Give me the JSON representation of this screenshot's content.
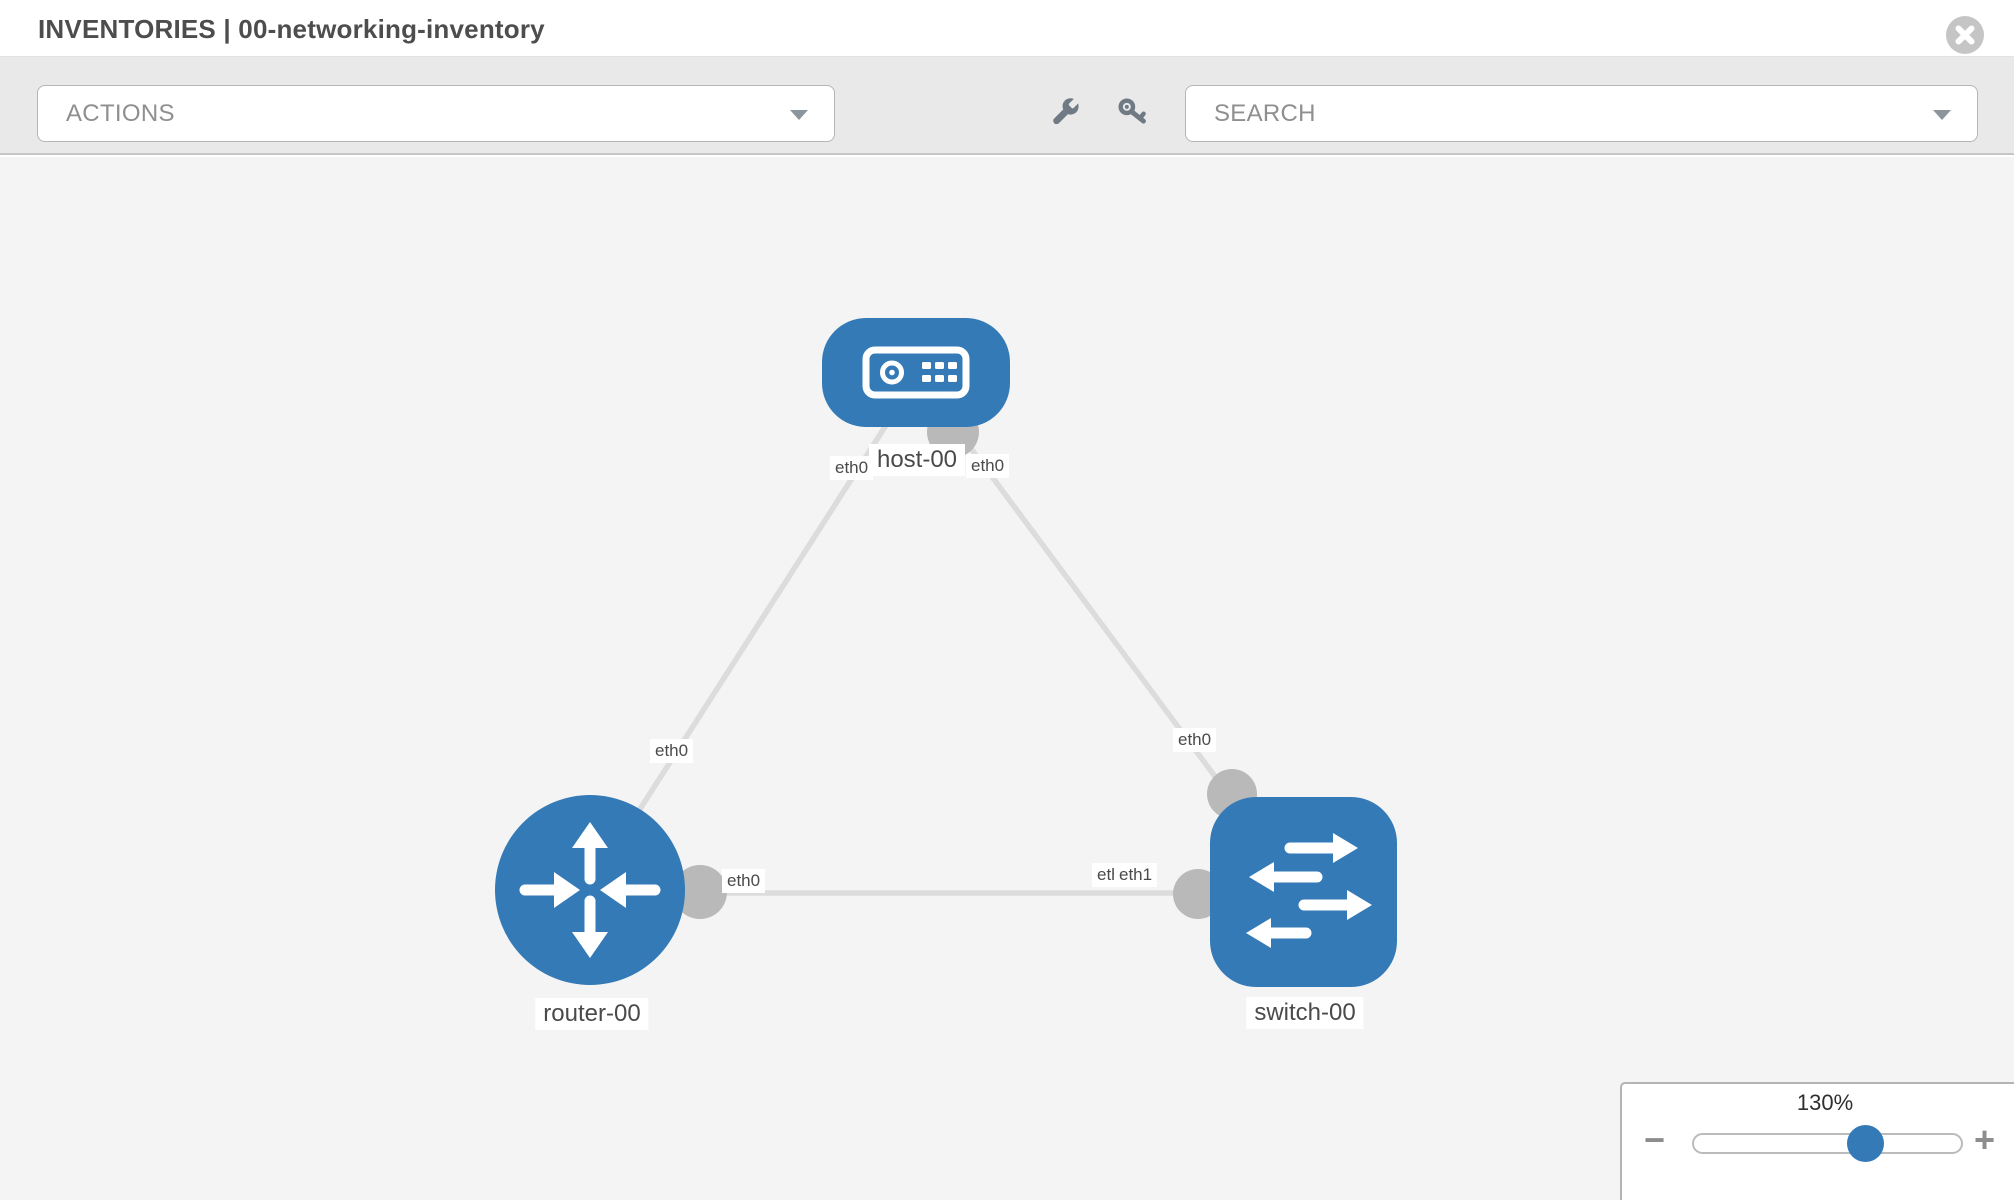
{
  "header": {
    "title": "INVENTORIES | 00-networking-inventory",
    "close_icon": "x-circle"
  },
  "toolbar": {
    "actions_label": "ACTIONS",
    "search_label": "SEARCH",
    "icons": [
      "wrench",
      "key"
    ]
  },
  "topology": {
    "nodes": [
      {
        "id": "host-00",
        "type": "host",
        "label": "host-00",
        "icon": "host-server-icon"
      },
      {
        "id": "router-00",
        "type": "router",
        "label": "router-00",
        "icon": "router-arrows-icon"
      },
      {
        "id": "switch-00",
        "type": "switch",
        "label": "switch-00",
        "icon": "switch-arrows-icon"
      }
    ],
    "links": [
      {
        "from": "host-00",
        "to": "router-00"
      },
      {
        "from": "host-00",
        "to": "switch-00"
      },
      {
        "from": "router-00",
        "to": "switch-00"
      }
    ],
    "interface_labels": {
      "host_left": "eth0",
      "host_right": "eth0",
      "diag_left": "eth0",
      "diag_right": "eth0",
      "router_link": "eth0",
      "switch_link_back": "eth0",
      "switch_link_front": "eth1"
    }
  },
  "zoom_control": {
    "level": "130%",
    "minus_label": "−",
    "plus_label": "+"
  },
  "colors": {
    "node_blue": "#337ab7",
    "link_gray": "#dcdcdc",
    "connector_gray": "#b9b9b9",
    "canvas_bg": "#f4f4f4",
    "toolbar_bg": "#e9e9e9",
    "icon_gray": "#6f7a85"
  }
}
